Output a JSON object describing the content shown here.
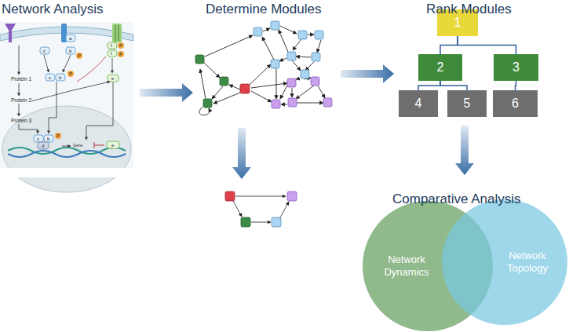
{
  "diagram": {
    "nodes": [
      {
        "text": [
          "1"
        ]
      },
      {
        "text": [
          "2"
        ]
      },
      {
        "text": [
          "3"
        ]
      },
      {
        "text": [
          "4"
        ]
      },
      {
        "text": [
          "5"
        ]
      },
      {
        "text": [
          "6"
        ]
      },
      {
        "text": [
          "Network Dynamics"
        ]
      },
      {
        "text": [
          "Network Topology"
        ]
      }
    ],
    "edges": [
      {
        "from": 0,
        "to": 1,
        "arrow": "none"
      },
      {
        "from": 0,
        "to": 2,
        "arrow": "none"
      },
      {
        "from": 1,
        "to": 3,
        "arrow": "none"
      },
      {
        "from": 1,
        "to": 4,
        "arrow": "none"
      },
      {
        "from": 2,
        "to": 5,
        "arrow": "none"
      }
    ],
    "labels": [
      "Network Analysis",
      "Determine Modules",
      "Rank Modules",
      "Comparative Analysis",
      "Protein 1",
      "Protein 2",
      "Protein 3",
      "a",
      "c",
      "b",
      "P",
      "c",
      "b",
      "P",
      "f",
      "P",
      "f",
      "P",
      "e",
      "c",
      "b",
      "P",
      "d",
      "Gene",
      "e"
    ]
  }
}
